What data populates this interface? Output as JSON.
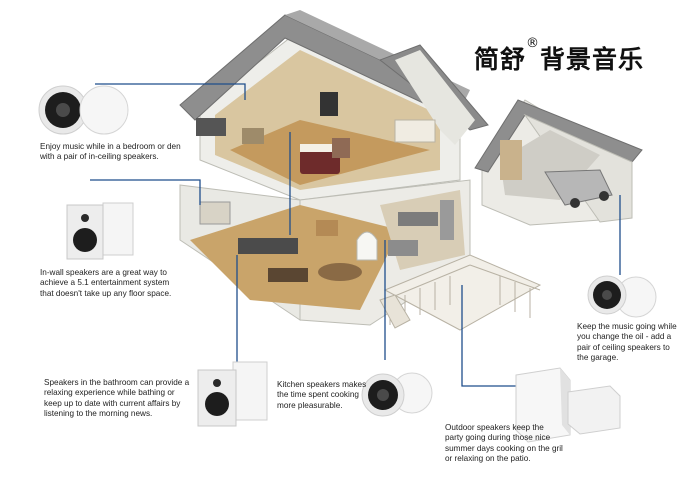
{
  "brand": {
    "name": "简舒",
    "registered_mark": "®",
    "tagline": "背景音乐"
  },
  "captions": {
    "ceiling_bedroom": "Enjoy music while in a bedroom or den with a pair of in-ceiling speakers.",
    "in_wall": "In-wall speakers are a great way to achieve a 5.1 entertainment system that doesn't take up any floor space.",
    "garage": "Keep the music going while you change the oil - add a pair of ceiling speakers to the garage.",
    "bathroom": "Speakers in the bathroom can provide a relaxing experience while bathing or keep up to date with current affairs by listening to the morning news.",
    "kitchen": "Kitchen speakers makes the time spent cooking more pleasurable.",
    "outdoor": "Outdoor speakers keep the party going during those nice summer days cooking on the gril or relaxing on the patio."
  },
  "colors": {
    "callout_line": "#1f4e8c",
    "roof": "#8e8e8e",
    "wall": "#f2f2ee",
    "floor_wood": "#c9a46a",
    "speaker_dark": "#222222"
  }
}
